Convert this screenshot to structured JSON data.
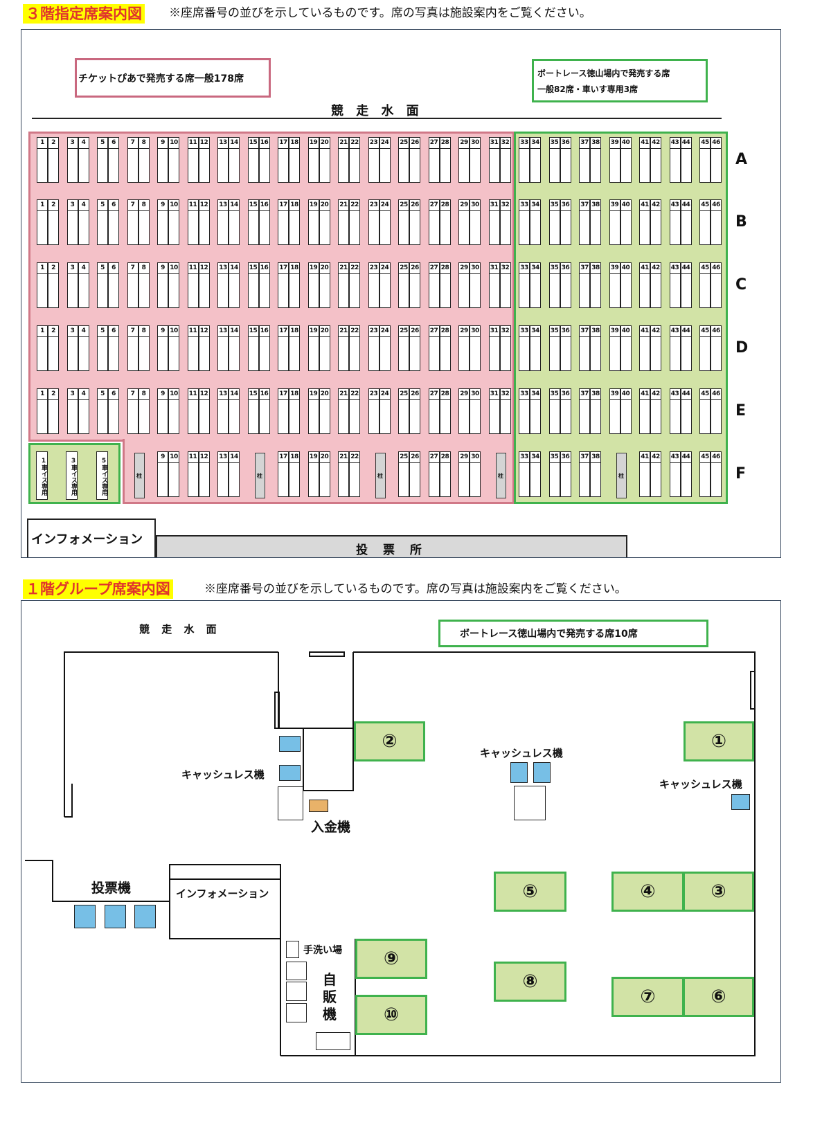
{
  "floor3": {
    "title": "３階指定席案内図",
    "note": "※座席番号の並びを示しているものです。席の写真は施設案内をご覧ください。",
    "ticket_pia_label": "チケットぴあで発売する席一般178席",
    "venue_label_line1": "ボートレース徳山場内で発売する席",
    "venue_label_line2": "一般82席・車いす専用3席",
    "water_label": "競 走 水 面",
    "rows": [
      "A",
      "B",
      "C",
      "D",
      "E",
      "F"
    ],
    "seat_pairs_pink": [
      "1",
      "2",
      "3",
      "4",
      "5",
      "6",
      "7",
      "8",
      "9",
      "10",
      "11",
      "12",
      "13",
      "14",
      "15",
      "16",
      "17",
      "18",
      "19",
      "20",
      "21",
      "22",
      "23",
      "24",
      "25",
      "26",
      "27",
      "28",
      "29",
      "30",
      "31",
      "32"
    ],
    "seat_pairs_green": [
      "33",
      "34",
      "35",
      "36",
      "37",
      "38",
      "39",
      "40",
      "41",
      "42",
      "43",
      "44",
      "45",
      "46"
    ],
    "row_f_pink_pairs": [
      [
        "9",
        "10"
      ],
      [
        "11",
        "12"
      ],
      [
        "13",
        "14"
      ],
      [
        "17",
        "18"
      ],
      [
        "19",
        "20"
      ],
      [
        "21",
        "22"
      ],
      [
        "25",
        "26"
      ],
      [
        "27",
        "28"
      ],
      [
        "29",
        "30"
      ]
    ],
    "row_f_green_pairs": [
      [
        "33",
        "34"
      ],
      [
        "35",
        "36"
      ],
      [
        "37",
        "38"
      ],
      [
        "41",
        "42"
      ],
      [
        "43",
        "44"
      ],
      [
        "45",
        "46"
      ]
    ],
    "pillar_label": "柱",
    "wheelchair": [
      {
        "num": "1",
        "text": "車イス専用"
      },
      {
        "num": "3",
        "text": "車イス専用"
      },
      {
        "num": "5",
        "text": "車イス専用"
      }
    ],
    "info_label": "インフォメーション",
    "voting_label": "投 票 所"
  },
  "floor1": {
    "title": "１階グループ席案内図",
    "note": "※座席番号の並びを示しているものです。席の写真は施設案内をご覧ください。",
    "water_label": "競 走 水 面",
    "venue_label": "ボートレース徳山場内で発売する席10席",
    "cashless": "キャッシュレス機",
    "deposit": "入金機",
    "voting_machine": "投票機",
    "info_label": "インフォメーション",
    "handwash": "手洗い場",
    "vending": "自販機",
    "groups": [
      "①",
      "②",
      "③",
      "④",
      "⑤",
      "⑥",
      "⑦",
      "⑧",
      "⑨",
      "⑩"
    ]
  },
  "colors": {
    "pink_zone": "#f4c1c8",
    "green_zone": "#d2e3a6",
    "cashless_machine": "#77bfe6",
    "deposit_machine": "#e9b269",
    "title_highlight": "#ffff00"
  }
}
